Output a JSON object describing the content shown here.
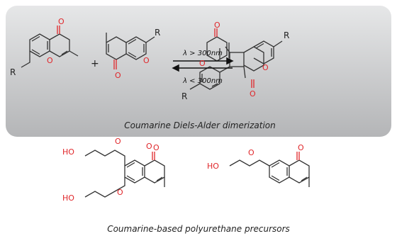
{
  "dimerization": {
    "caption": "Coumarine Diels-Alder dimerization",
    "plus": "+",
    "forward_condition": "λ > 300nm",
    "reverse_condition": "λ < 300nm",
    "substituent": "R",
    "oxygen": "O"
  },
  "precursors": {
    "caption": "Coumarine-based polyurethane precursors",
    "hydroxyl": "HO",
    "oxygen": "O"
  },
  "colors": {
    "heteroatom": "#e0262a",
    "bond": "#333333"
  }
}
